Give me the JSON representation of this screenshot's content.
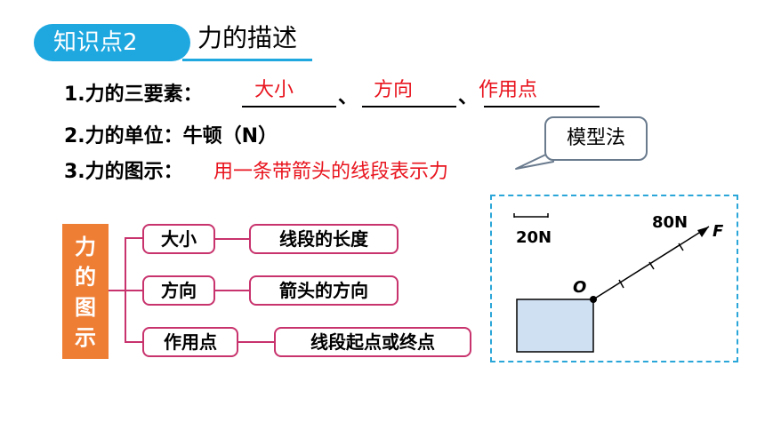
{
  "header": {
    "label": "知识点2",
    "title": "力的描述"
  },
  "lines": {
    "l1": {
      "label": "1.力的三要素：",
      "sep": "、",
      "answers": [
        "大小",
        "方向",
        "作用点"
      ]
    },
    "l2": {
      "label": "2.力的单位：牛顿（N）"
    },
    "l3": {
      "label": "3.力的图示：",
      "answer": "用一条带箭头的线段表示力"
    }
  },
  "callout": {
    "text": "模型法"
  },
  "mindmap": {
    "root": [
      "力",
      "的",
      "图",
      "示"
    ],
    "rows": [
      {
        "left": "大小",
        "right": "线段的长度"
      },
      {
        "left": "方向",
        "right": "箭头的方向"
      },
      {
        "left": "作用点",
        "right": "线段起点或终点"
      }
    ]
  },
  "diagram": {
    "scale_label": "20N",
    "force_label": "80N",
    "force_symbol": "F",
    "point_label": "O",
    "force_magnitude_n": 80,
    "scale_unit_n": 20,
    "colors": {
      "block_fill": "#cfe0f3",
      "frame": "#2aa6d8"
    }
  },
  "colors": {
    "accent_blue": "#1fa8e0",
    "answer_red": "#e8141e",
    "root_orange": "#ef7e35",
    "node_border": "#c8336d"
  }
}
